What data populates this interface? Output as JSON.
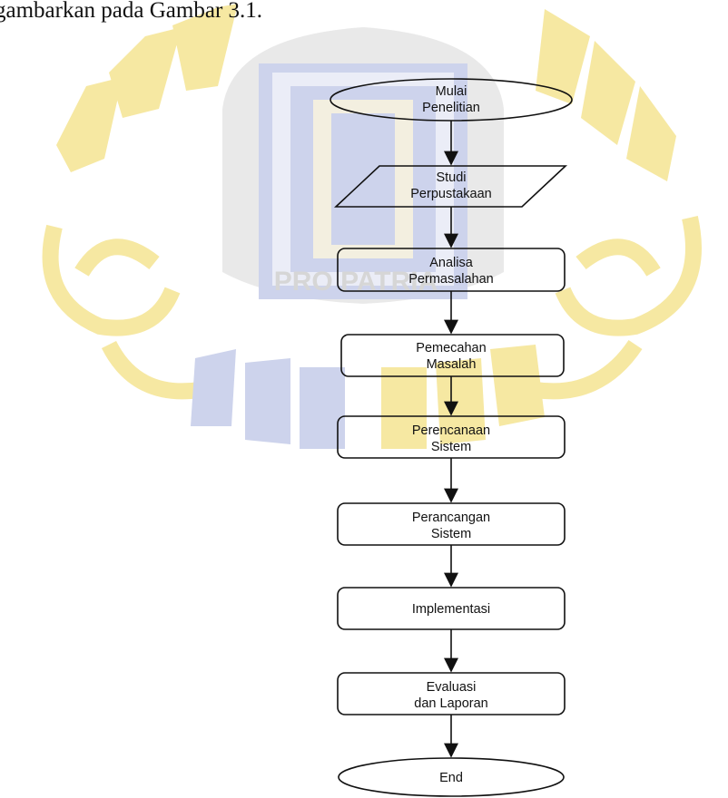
{
  "intro_text": "gambarkan pada Gambar 3.1.",
  "colors": {
    "watermark_blue": "#cdd3ec",
    "watermark_yellow": "#f6e8a2",
    "watermark_shadow": "#ececec",
    "line": "#111111"
  },
  "watermark": {
    "center_text": "PRO PATRIA"
  },
  "flowchart": {
    "nodes": [
      {
        "id": "start",
        "shape": "terminator",
        "lines": [
          "Mulai",
          "Penelitian"
        ]
      },
      {
        "id": "studi",
        "shape": "parallelogram",
        "lines": [
          "Studi",
          "Perpustakaan"
        ]
      },
      {
        "id": "analisa",
        "shape": "process",
        "lines": [
          "Analisa",
          "Permasalahan"
        ]
      },
      {
        "id": "pemecahan",
        "shape": "process",
        "lines": [
          "Pemecahan",
          "Masalah"
        ]
      },
      {
        "id": "perencanaan",
        "shape": "process",
        "lines": [
          "Perencanaan",
          "Sistem"
        ]
      },
      {
        "id": "perancangan",
        "shape": "process",
        "lines": [
          "Perancangan",
          "Sistem"
        ]
      },
      {
        "id": "implementasi",
        "shape": "process",
        "lines": [
          "Implementasi"
        ]
      },
      {
        "id": "evaluasi",
        "shape": "process",
        "lines": [
          "Evaluasi",
          "dan Laporan"
        ]
      },
      {
        "id": "end",
        "shape": "terminator",
        "lines": [
          "End"
        ]
      }
    ]
  }
}
